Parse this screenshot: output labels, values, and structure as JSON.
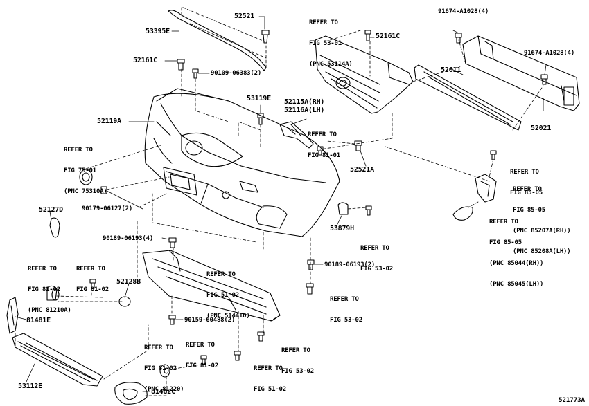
{
  "labels": {
    "p53395E": "53395E",
    "p52521": "52521",
    "p52161C_a": "52161C",
    "p52161C_b": "52161C",
    "p90109": "90109-06383(2)",
    "p53119E": "53119E",
    "p52119A": "52119A",
    "p52115A": "52115A(RH)",
    "p52116A": "52116A(LH)",
    "p52521A": "52521A",
    "p52611": "52611",
    "p52021": "52021",
    "p91674_a": "91674-A1028(4)",
    "p91674_b": "91674-A1028(4)",
    "p52127D": "52127D",
    "p90179": "90179-06127(2)",
    "p90189_a": "90189-06193(4)",
    "p90189_b": "90189-06193(2)",
    "p53879H": "53879H",
    "p52128B": "52128B",
    "p81481E": "81481E",
    "p53112E": "53112E",
    "p81482C": "81482C",
    "p90159": "90159-60488(2)"
  },
  "refs": {
    "r_grille": [
      "REFER TO",
      "FIG 53-01",
      "(PNC 53114A)"
    ],
    "r_emblem": [
      "REFER TO",
      "FIG 75-01",
      "(PNC 75310A)"
    ],
    "r_8101": [
      "REFER TO",
      "FIG 81-01"
    ],
    "r_8505a": [
      "REFER TO",
      "FIG 85-05"
    ],
    "r_8505b": [
      "REFER TO",
      "FIG 85-05",
      "(PNC 85207A(RH))",
      "(PNC 85208A(LH))"
    ],
    "r_8505c": [
      "REFER TO",
      "FIG 85-05",
      "(PNC 85044(RH))",
      "(PNC 85045(LH))"
    ],
    "r_5302a": [
      "REFER TO",
      "FIG 53-02"
    ],
    "r_8102a": [
      "REFER TO",
      "FIG 81-02",
      "(PNC 81210A)"
    ],
    "r_8102b": [
      "REFER TO",
      "FIG 81-02"
    ],
    "r_5102a": [
      "REFER TO",
      "FIG 51-02",
      "(PNC 51441D)"
    ],
    "r_5302b": [
      "REFER TO",
      "FIG 53-02"
    ],
    "r_8102c": [
      "REFER TO",
      "FIG 81-02",
      "(PNC 81220)"
    ],
    "r_8102d": [
      "REFER TO",
      "FIG 81-02"
    ],
    "r_5302c": [
      "REFER TO",
      "FIG 53-02"
    ],
    "r_5102b": [
      "REFER TO",
      "FIG 51-02"
    ]
  },
  "diagram_code": "521773A"
}
